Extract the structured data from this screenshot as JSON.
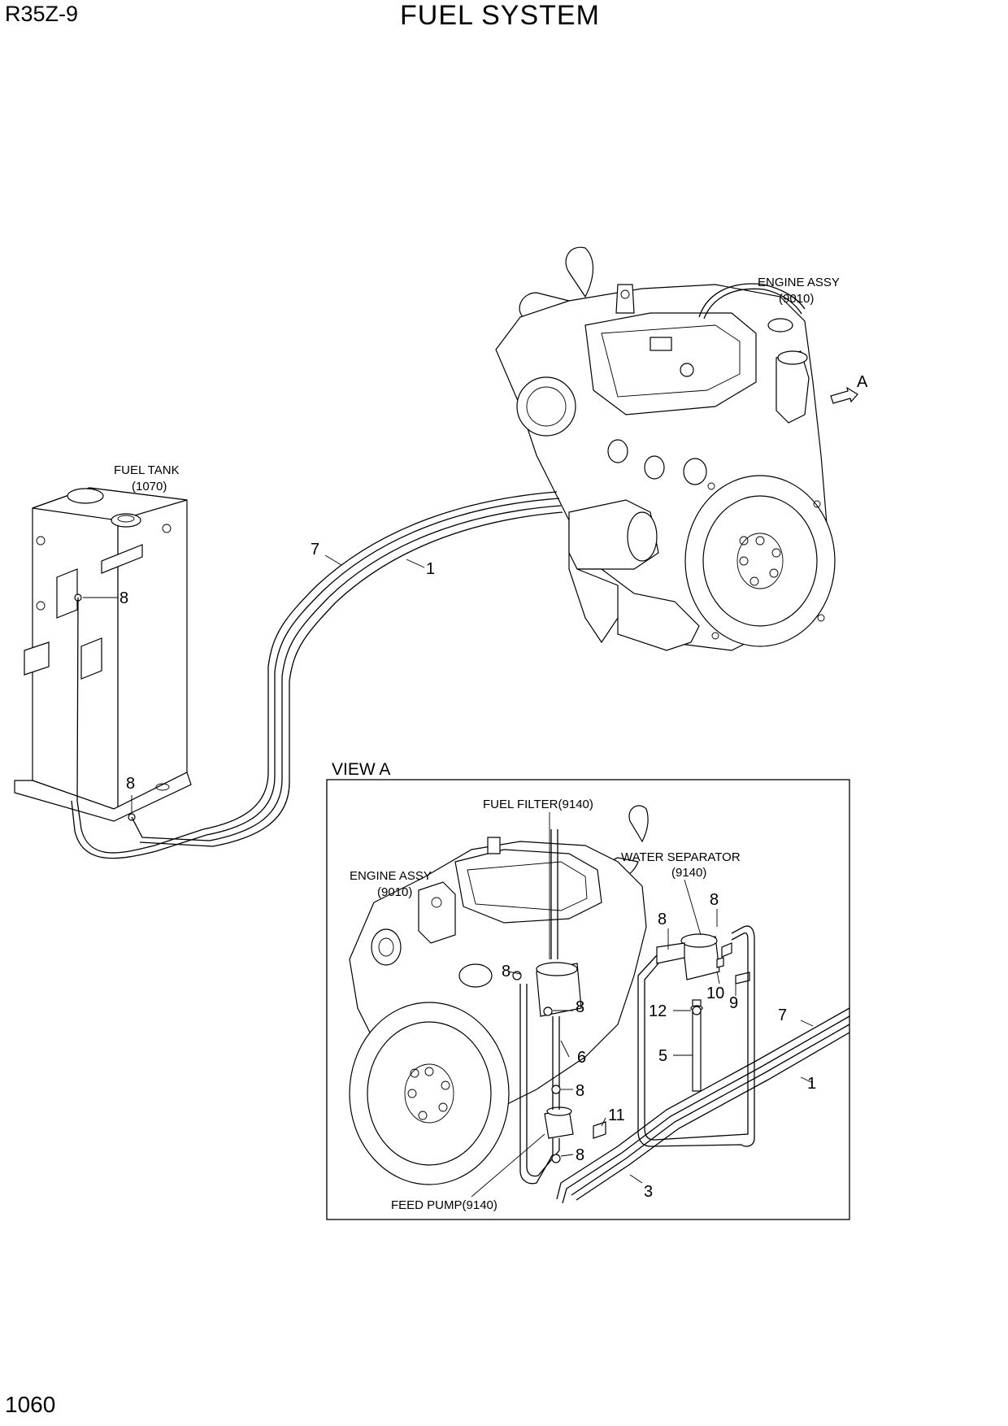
{
  "header": {
    "model": "R35Z-9",
    "title": "FUEL SYSTEM"
  },
  "footer": {
    "page_number": "1060"
  },
  "main_view": {
    "engine_label": [
      "ENGINE ASSY",
      "(9010)"
    ],
    "tank_label": [
      "FUEL TANK",
      "(1070)"
    ],
    "view_arrow_letter": "A",
    "callouts": {
      "hose_7": "7",
      "hose_1": "1",
      "clip_upper": "8",
      "clip_lower": "8"
    }
  },
  "view_a": {
    "title": "VIEW A",
    "fuel_filter_label": "FUEL FILTER(9140)",
    "water_separator_label": [
      "WATER SEPARATOR",
      "(9140)"
    ],
    "engine_label": [
      "ENGINE ASSY",
      "(9010)"
    ],
    "feed_pump_label": "FEED PUMP(9140)",
    "callouts": {
      "c8_ws_left": "8",
      "c8_ws_right": "8",
      "c8_engine": "8",
      "c8_filter": "8",
      "c10": "10",
      "c9": "9",
      "c12": "12",
      "c5": "5",
      "c6": "6",
      "c8_mid": "8",
      "c11": "11",
      "c8_pump": "8",
      "c7": "7",
      "c1": "1",
      "c3": "3"
    }
  }
}
